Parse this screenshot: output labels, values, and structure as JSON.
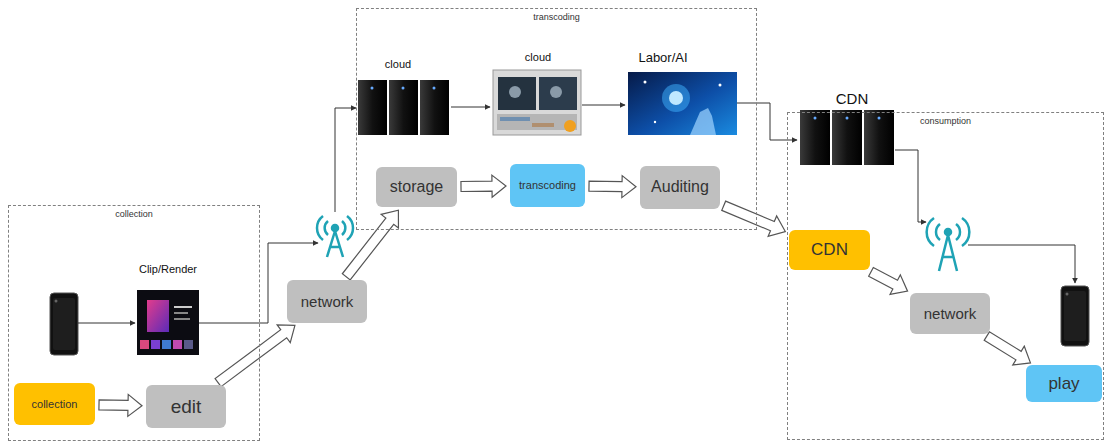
{
  "diagram": {
    "nodes": [
      {
        "text": [
          "collection"
        ]
      },
      {
        "text": [
          "collection"
        ],
        "in": 0
      },
      {
        "text": [
          "edit"
        ],
        "in": 0
      },
      {
        "text": [
          "network"
        ]
      },
      {
        "text": [
          "transcoding"
        ]
      },
      {
        "text": [
          "storage"
        ],
        "in": 4
      },
      {
        "text": [
          "transcoding"
        ],
        "in": 4
      },
      {
        "text": [
          "Auditing"
        ],
        "in": 4
      },
      {
        "text": [
          "consumption"
        ]
      },
      {
        "text": [
          "CDN"
        ],
        "in": 8
      },
      {
        "text": [
          "network"
        ],
        "in": 8
      },
      {
        "text": [
          "play"
        ],
        "in": 8
      }
    ],
    "edges": [
      {
        "from": 1,
        "to": 2,
        "arrow": "to"
      },
      {
        "from": 2,
        "to": 3,
        "arrow": "to"
      },
      {
        "from": 3,
        "to": 5,
        "arrow": "to"
      },
      {
        "from": 5,
        "to": 6,
        "arrow": "to"
      },
      {
        "from": 6,
        "to": 7,
        "arrow": "to"
      },
      {
        "from": 7,
        "to": 9,
        "arrow": "to"
      },
      {
        "from": 9,
        "to": 10,
        "arrow": "to"
      },
      {
        "from": 10,
        "to": 11,
        "arrow": "to"
      }
    ],
    "labels": [
      "Clip/Render",
      "cloud",
      "cloud",
      "Labor/AI",
      "CDN"
    ]
  }
}
